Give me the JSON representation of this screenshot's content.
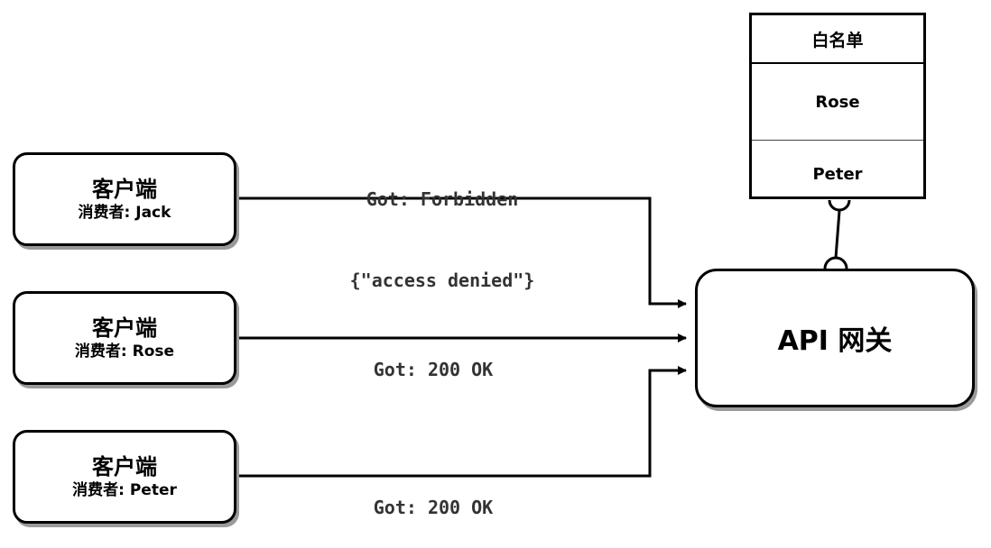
{
  "clients": [
    {
      "title": "客户端",
      "consumer": "消费者: Jack"
    },
    {
      "title": "客户端",
      "consumer": "消费者: Rose"
    },
    {
      "title": "客户端",
      "consumer": "消费者: Peter"
    }
  ],
  "gateway": {
    "label": "API 网关"
  },
  "whitelist": {
    "title": "白名单",
    "entries": [
      "Rose",
      "Peter"
    ]
  },
  "edges": [
    {
      "line1": "Got: Forbidden",
      "line2": "{\"access denied\"}"
    },
    {
      "line1": "Got: 200 OK"
    },
    {
      "line1": "Got: 200 OK"
    }
  ]
}
